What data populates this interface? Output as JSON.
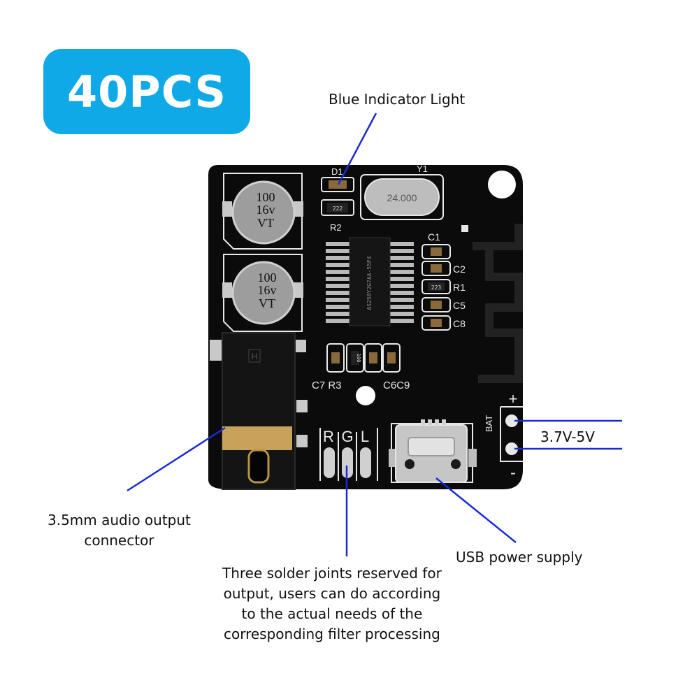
{
  "badge": {
    "text": "40PCS",
    "color": "#0ea9e6"
  },
  "callouts": {
    "blue_indicator": "Blue Indicator Light",
    "voltage": "3.7V-5V",
    "audio_line1": "3.5mm audio output",
    "audio_line2": "connector",
    "usb": "USB power supply",
    "solder_line1": "Three solder joints reserved for",
    "solder_line2": "output, users can do according",
    "solder_line3": "to the actual needs of the",
    "solder_line4": "corresponding filter processing"
  },
  "board_labels": {
    "d1": "D1",
    "r2": "R2",
    "r2_code": "222",
    "y1": "Y1",
    "crystal": "24.000",
    "cap1_l1": "100",
    "cap1_l2": "16v",
    "cap1_l3": "VT",
    "cap2_l1": "100",
    "cap2_l2": "16v",
    "cap2_l3": "VT",
    "chip_text": "AS258Y2G7AA-55F4",
    "c1": "C1",
    "c2": "C2",
    "r1": "R1",
    "r1_code": "223",
    "c5": "C5",
    "c8": "C8",
    "c7r3": "C7 R3",
    "c6c9": "C6C9",
    "r3_code": "100",
    "r": "R",
    "g": "G",
    "l": "L",
    "bat": "BAT",
    "plus": "+",
    "minus": "-",
    "jack_mark": "H"
  },
  "colors": {
    "leader_line": "#1a2bd6",
    "board": "#0b0b0b",
    "silkscreen": "#e8e8e8"
  }
}
